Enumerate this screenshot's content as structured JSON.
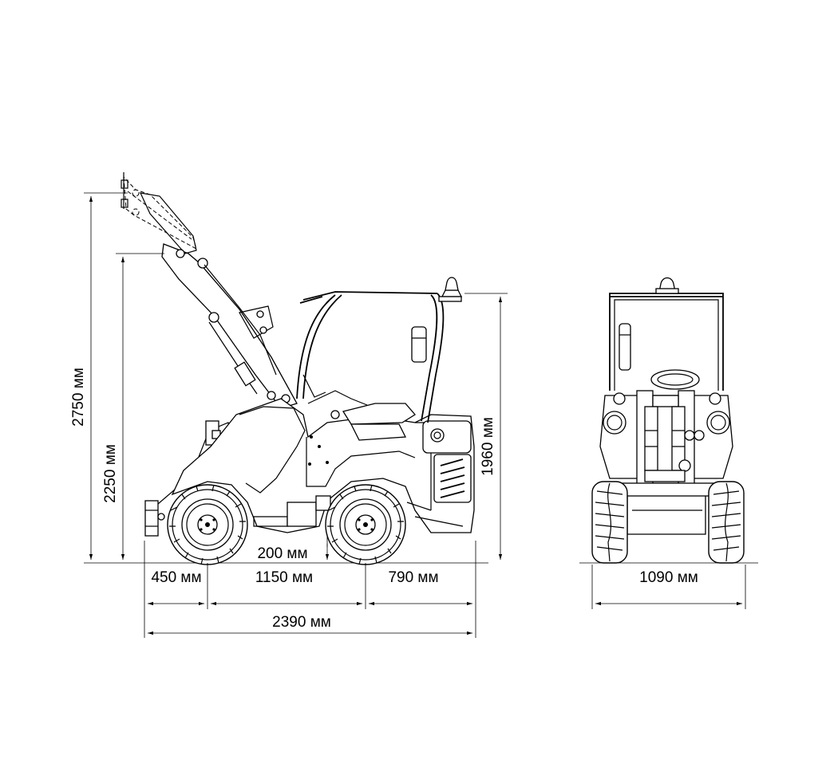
{
  "dimensions": {
    "raised_height": "2750 мм",
    "hinge_height": "2250 мм",
    "overall_height": "1960 мм",
    "ground_clearance": "200 мм",
    "front_overhang": "450 мм",
    "wheelbase": "1150 мм",
    "rear_overhang": "790 мм",
    "overall_length": "2390 мм",
    "overall_width": "1090 мм"
  }
}
